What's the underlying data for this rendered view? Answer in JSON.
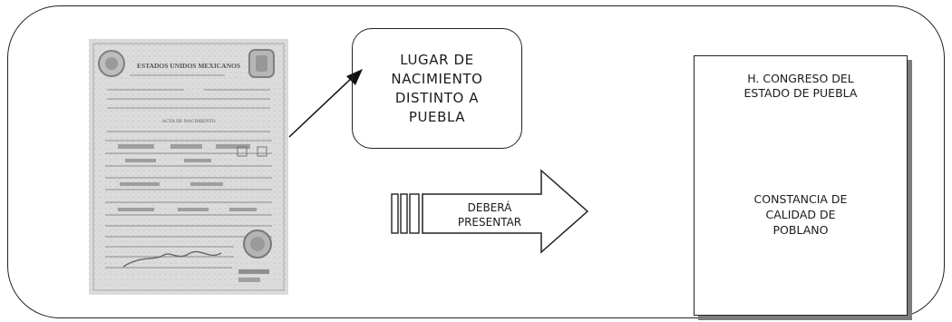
{
  "callout": {
    "text": "LUGAR DE\nNACIMIENTO\nDISTINTO A\nPUEBLA"
  },
  "flow": {
    "label": "DEBERÁ\nPRESENTAR"
  },
  "document": {
    "header": "H. CONGRESO DEL\nESTADO DE PUEBLA",
    "body": "CONSTANCIA DE\nCALIDAD DE\nPOBLANO"
  },
  "certificate": {
    "title": "ESTADOS UNIDOS MEXICANOS",
    "subtitle": "ACTA DE NACIMIENTO"
  }
}
